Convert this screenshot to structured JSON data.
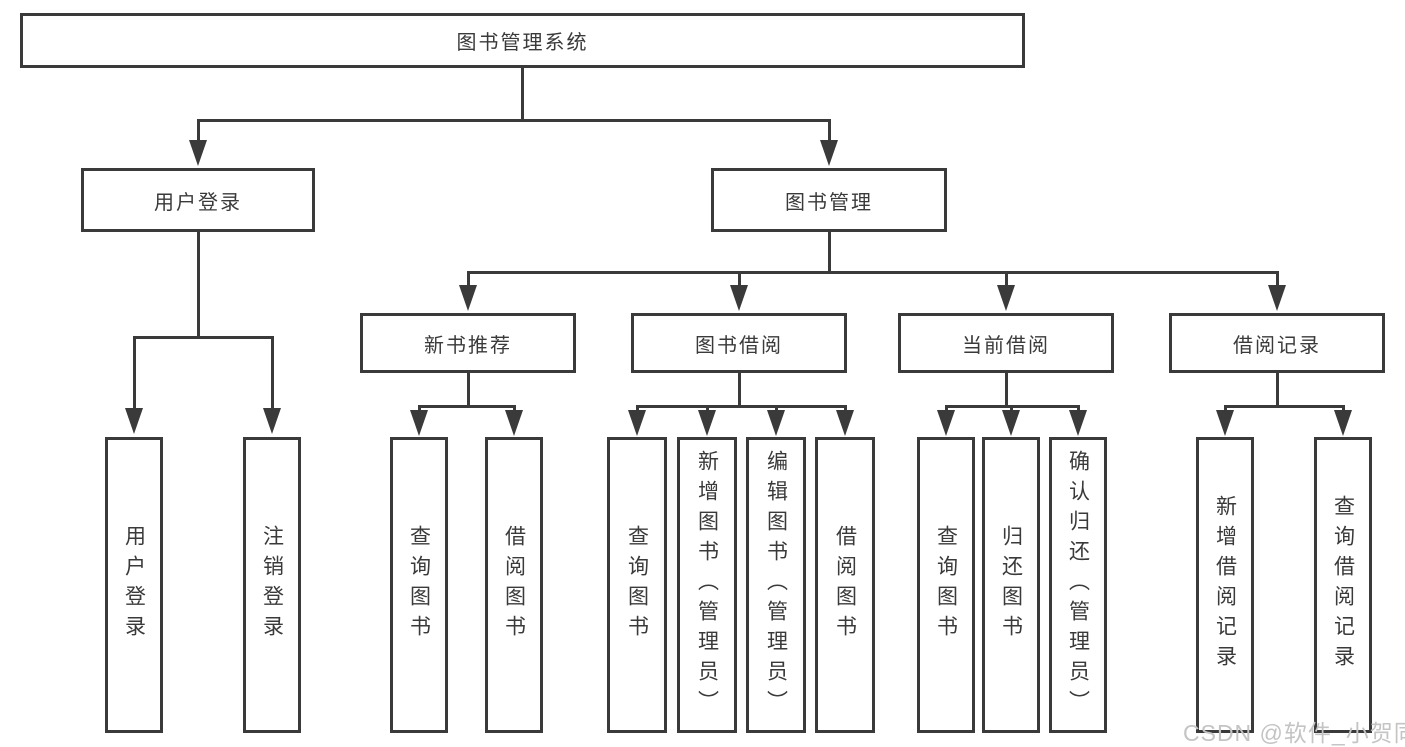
{
  "diagram": {
    "nodes": {
      "root": {
        "label": "图书管理系统"
      },
      "user_login": {
        "label": "用户登录",
        "children": [
          {
            "label": "用户登录"
          },
          {
            "label": "注销登录"
          }
        ]
      },
      "book_management": {
        "label": "图书管理",
        "children": [
          {
            "label": "新书推荐",
            "children": [
              {
                "label": "查询图书"
              },
              {
                "label": "借阅图书"
              }
            ]
          },
          {
            "label": "图书借阅",
            "children": [
              {
                "label": "查询图书"
              },
              {
                "label": "新增图书（管理员）"
              },
              {
                "label": "编辑图书（管理员）"
              },
              {
                "label": "借阅图书"
              }
            ]
          },
          {
            "label": "当前借阅",
            "children": [
              {
                "label": "查询图书"
              },
              {
                "label": "归还图书"
              },
              {
                "label": "确认归还（管理员）"
              }
            ]
          },
          {
            "label": "借阅记录",
            "children": [
              {
                "label": "新增借阅记录"
              },
              {
                "label": "查询借阅记录"
              }
            ]
          }
        ]
      }
    }
  },
  "watermark": {
    "text": "CSDN @软件_小贺同学"
  },
  "colors": {
    "line": "#3a3a3a",
    "text": "#3a3a3a",
    "background": "#ffffff",
    "watermark": "#c4c4c4"
  }
}
